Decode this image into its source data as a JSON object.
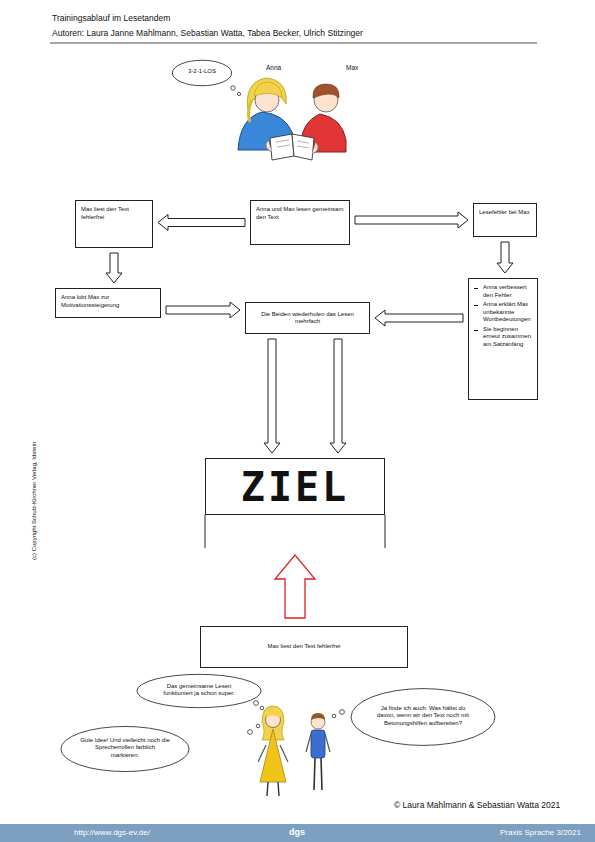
{
  "diagram": {
    "title": "Trainingsablauf im Lesetandem",
    "nodes": [
      {
        "text": [
          "3-2-1-LOS"
        ]
      },
      {
        "text": [
          "Max liest den Text fehlerfrei"
        ]
      },
      {
        "text": [
          "Anna und Max lesen gemeinsam den Text"
        ]
      },
      {
        "text": [
          "Lesefehler bei Max"
        ]
      },
      {
        "text": [
          "Anna lobt Max zur Motivationssteigerung"
        ]
      },
      {
        "text": [
          "Die Beiden wiederholen das Lesen mehrfach"
        ]
      },
      {
        "text": [
          "Anna verbessert den Fehler",
          "Anna erklärt Max unbekannte Wortbedeutungen",
          "Sie beginnen erneut zusammen am Satzanfang"
        ]
      },
      {
        "text": [
          "ZIEL"
        ]
      },
      {
        "text": [
          "Max liest den Text fehlerfrei"
        ]
      },
      {
        "text": [
          "Das gemeinsame Lesen funktioniert ja schon super."
        ]
      },
      {
        "text": [
          "Ja finde ich auch. Was hältst du davon, wenn wir den Text noch mit Betonungshilfen aufbereiten?"
        ]
      },
      {
        "text": [
          "Gute Idee! Und vielleicht noch die Sprecherrollen farblich markieren."
        ]
      }
    ],
    "edges": [
      {
        "from": 2,
        "to": 1,
        "arrow": "to"
      },
      {
        "from": 2,
        "to": 3,
        "arrow": "to"
      },
      {
        "from": 1,
        "to": 4,
        "arrow": "to"
      },
      {
        "from": 4,
        "to": 5,
        "arrow": "to"
      },
      {
        "from": 6,
        "to": 5,
        "arrow": "to"
      },
      {
        "from": 3,
        "to": 6,
        "arrow": "to"
      },
      {
        "from": 5,
        "to": 7,
        "arrow": "to"
      },
      {
        "from": 5,
        "to": 7,
        "arrow": "to"
      },
      {
        "from": 8,
        "to": 7,
        "arrow": "to"
      }
    ],
    "labels": [
      "Autoren: Laura Janne Mahlmann, Sebastian Watta, Tabea Becker, Ulrich Stitzinger",
      "Anna",
      "Max",
      "(c) Copyright Schulz-Kirchner Verlag, Idstein",
      "© Laura Mahlmann & Sebastian Watta 2021",
      "http://www.dgs-ev.de/",
      "dgs",
      "Praxis Sprache 3/2021"
    ]
  }
}
